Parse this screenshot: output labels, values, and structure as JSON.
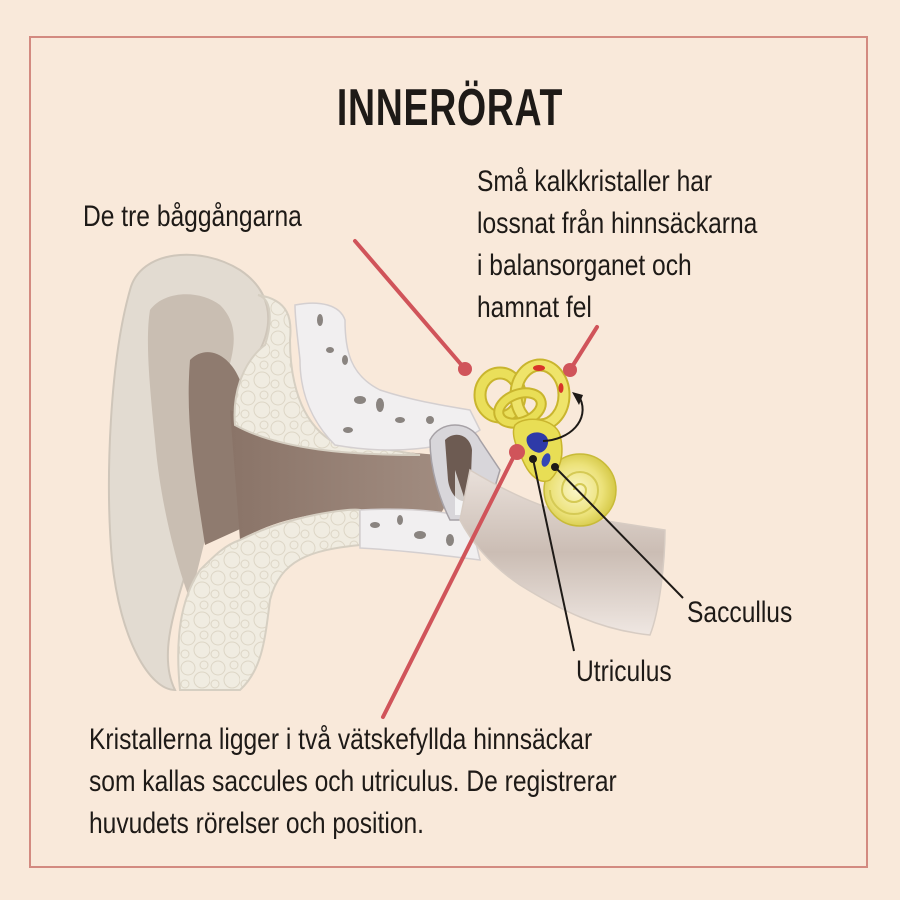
{
  "title": "INNERÖRAT",
  "labels": {
    "semicircular_canals": "De tre båggångarna",
    "crystals_dislodged": [
      "Små kalkkristaller har",
      "lossnat från hinnsäckarna",
      "i balansorganet och",
      "hamnat fel"
    ],
    "saccullus": "Saccullus",
    "utriculus": "Utriculus",
    "explanation": [
      "Kristallerna ligger i två vätskefyllda hinnsäckar",
      "som kallas saccules och utriculus. De registrerar",
      "huvudets rörelser och position."
    ]
  },
  "colors": {
    "background": "#f9e9da",
    "frame": "#d38a80",
    "leader_red": "#d0545a",
    "leader_black": "#1e1a17",
    "canal_yellow": "#e7dc4a",
    "sac_blue": "#2e3aa8",
    "crystal_red": "#d8342a"
  }
}
